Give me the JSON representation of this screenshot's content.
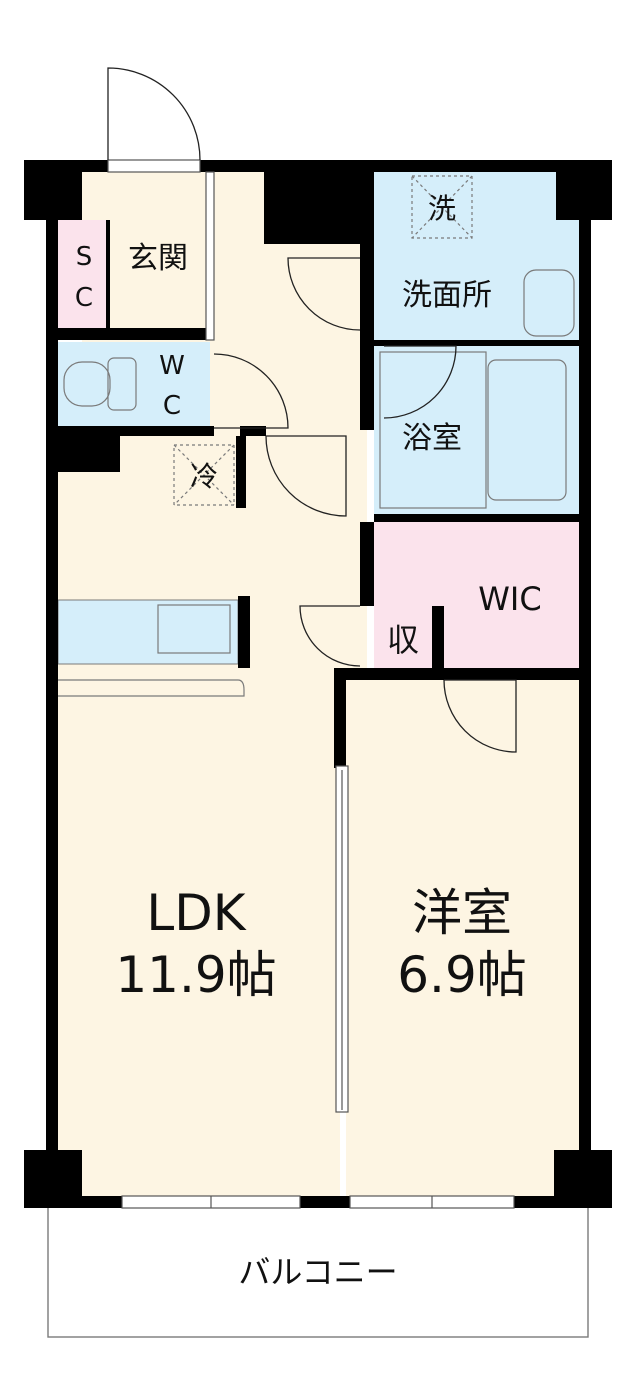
{
  "rooms": {
    "sc": {
      "label_s": "S",
      "label_c": "C"
    },
    "entrance": {
      "label": "玄関"
    },
    "wc": {
      "label_w": "W",
      "label_c": "C"
    },
    "washroom": {
      "label": "洗面所"
    },
    "washer": {
      "label": "洗"
    },
    "bath": {
      "label": "浴室"
    },
    "fridge": {
      "label": "冷"
    },
    "wic": {
      "label": "WIC"
    },
    "storage": {
      "label": "収"
    },
    "ldk": {
      "label": "LDK",
      "size": "11.9帖"
    },
    "western_room": {
      "label": "洋室",
      "size": "6.9帖"
    },
    "balcony": {
      "label": "バルコニー"
    }
  },
  "colors": {
    "floor": "#fdf5e3",
    "wet_area": "#d5eefa",
    "storage": "#fbe3ec",
    "wall": "#000000"
  }
}
